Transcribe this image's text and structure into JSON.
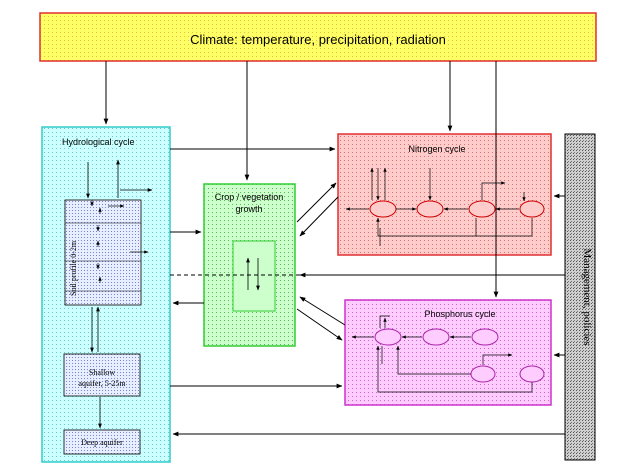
{
  "colors": {
    "climate_fill": "#ffff66",
    "climate_border": "#e03030",
    "hydro_fill": "#ccffff",
    "hydro_border": "#33cccc",
    "soil_fill": "#dde8ff",
    "crop_fill": "#ccffcc",
    "crop_border": "#33cc33",
    "nitrogen_fill": "#ffcccc",
    "nitrogen_border": "#e03030",
    "phosphorus_fill": "#ffccff",
    "phosphorus_border": "#cc33cc",
    "management_fill": "#bbbbbb"
  },
  "climate": {
    "label": "Climate: temperature, precipitation, radiation"
  },
  "hydrological": {
    "title": "Hydrological cycle",
    "soil_profile_label": "Soil profile 0-2m",
    "shallow_aquifer_label_line1": "Shallow",
    "shallow_aquifer_label_line2": "aquifer, 5-25m",
    "deep_aquifer_label": "Deep aquifer"
  },
  "crop": {
    "title_line1": "Crop / vegetation",
    "title_line2": "growth"
  },
  "nitrogen": {
    "title": "Nitrogen cycle"
  },
  "phosphorus": {
    "title": "Phosphorus cycle"
  },
  "management": {
    "label": "Management, policies"
  }
}
